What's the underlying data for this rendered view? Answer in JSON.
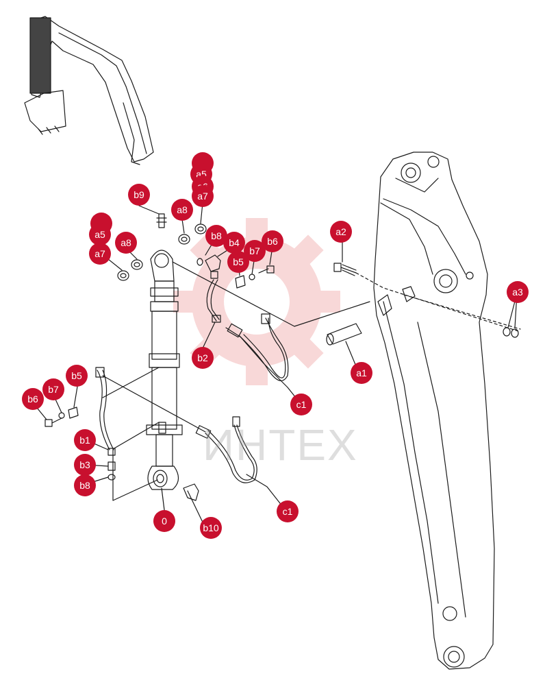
{
  "diagram": {
    "colors": {
      "label_fill": "#c8102e",
      "label_text": "#ffffff",
      "line": "#1a1a1a",
      "watermark": "#e8a0a0"
    },
    "watermark": {
      "text": "ИНТЕХ",
      "icon": "gear-icon"
    },
    "callouts": [
      {
        "key": "a1",
        "text": "a1"
      },
      {
        "key": "a2",
        "text": "a2"
      },
      {
        "key": "a3",
        "text": "a3"
      },
      {
        "key": "a5_top_r",
        "text": ""
      },
      {
        "key": "a5_r",
        "text": "a5"
      },
      {
        "key": "a6_r",
        "text": "a6"
      },
      {
        "key": "a7_r",
        "text": "a7"
      },
      {
        "key": "a8_r",
        "text": "a8"
      },
      {
        "key": "a5_top_l",
        "text": ""
      },
      {
        "key": "a5_l",
        "text": "a5"
      },
      {
        "key": "a7_l",
        "text": "a7"
      },
      {
        "key": "a8_l",
        "text": "a8"
      },
      {
        "key": "b9",
        "text": "b9"
      },
      {
        "key": "b8_r",
        "text": "b8"
      },
      {
        "key": "b4",
        "text": "b4"
      },
      {
        "key": "b7_r",
        "text": "b7"
      },
      {
        "key": "b6_r",
        "text": "b6"
      },
      {
        "key": "b5_r",
        "text": "b5"
      },
      {
        "key": "b2",
        "text": "b2"
      },
      {
        "key": "c1_top",
        "text": "c1"
      },
      {
        "key": "b5_l",
        "text": "b5"
      },
      {
        "key": "b7_l",
        "text": "b7"
      },
      {
        "key": "b6_l",
        "text": "b6"
      },
      {
        "key": "b1",
        "text": "b1"
      },
      {
        "key": "b3",
        "text": "b3"
      },
      {
        "key": "b8_l",
        "text": "b8"
      },
      {
        "key": "zero",
        "text": "0"
      },
      {
        "key": "b10",
        "text": "b10"
      },
      {
        "key": "c1_bot",
        "text": "c1"
      }
    ]
  }
}
